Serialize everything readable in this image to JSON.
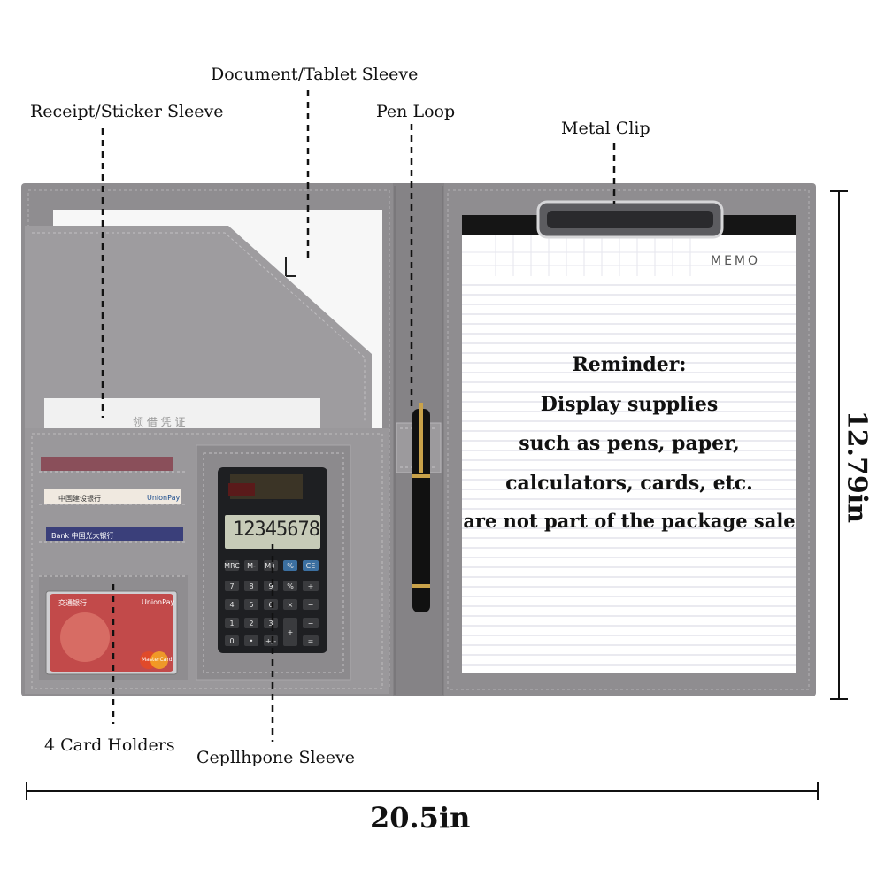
{
  "callouts": {
    "document_sleeve": "Document/Tablet Sleeve",
    "receipt_sleeve": "Receipt/Sticker Sleeve",
    "pen_loop": "Pen Loop",
    "metal_clip": "Metal Clip",
    "card_holders": "4 Card Holders",
    "cellphone_sleeve": "Cepllhpone Sleeve"
  },
  "dimensions": {
    "width": "20.5in",
    "height": "12.79in"
  },
  "memo": {
    "label": "MEMO",
    "reminder_lines": [
      "Reminder:",
      "Display supplies",
      "such as pens, paper,",
      "calculators, cards, etc.",
      "are not part of the package sale"
    ]
  },
  "calculator": {
    "display": "12345678",
    "keys": [
      "MRC",
      "M-",
      "M+",
      "%",
      "CE",
      "7",
      "8",
      "9",
      "%",
      "÷",
      "4",
      "5",
      "6",
      "×",
      "1",
      "2",
      "3",
      "−",
      "0",
      "•",
      "+/-",
      "+",
      "="
    ]
  },
  "cards": {
    "card2": "中国建设银行",
    "card3": "Bank 中国光大银行",
    "card4": "交通银行",
    "unionpay": "UnionPay",
    "mastercard": "MasterCard"
  },
  "receipt": "领 借 凭 证",
  "colors": {
    "folio_gray": "#8d8b8e",
    "folio_light": "#a3a1a4",
    "paper": "#ffffff",
    "calc_body": "#1e1f22"
  }
}
